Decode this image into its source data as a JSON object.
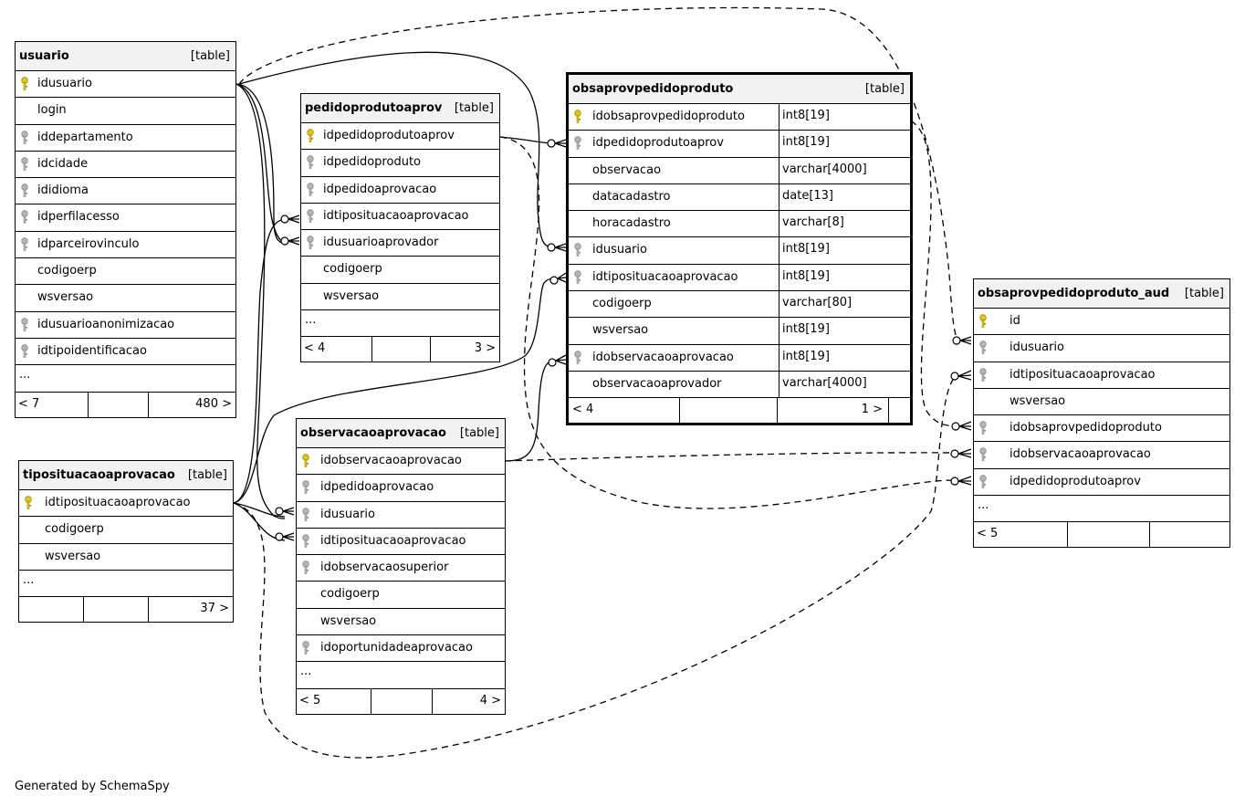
{
  "footer_text": "Generated by SchemaSpy",
  "tables": [
    {
      "id": "usuario",
      "name": "usuario",
      "tag": "[table]",
      "rows": [
        {
          "name": "idusuario",
          "key": "pk"
        },
        {
          "name": "login",
          "key": ""
        },
        {
          "name": "iddepartamento",
          "key": "fk"
        },
        {
          "name": "idcidade",
          "key": "fk"
        },
        {
          "name": "ididioma",
          "key": "fk"
        },
        {
          "name": "idperfilacesso",
          "key": "fk"
        },
        {
          "name": "idparceirovinculo",
          "key": "fk"
        },
        {
          "name": "codigoerp",
          "key": ""
        },
        {
          "name": "wsversao",
          "key": ""
        },
        {
          "name": "idusuarioanonimizacao",
          "key": "fk"
        },
        {
          "name": "idtipoidentificacao",
          "key": "fk"
        }
      ],
      "more": "...",
      "footer": {
        "left": "< 7",
        "right": "480 >"
      }
    },
    {
      "id": "pedidoprodutoaprov",
      "name": "pedidoprodutoaprov",
      "tag": "[table]",
      "rows": [
        {
          "name": "idpedidoprodutoaprov",
          "key": "pk"
        },
        {
          "name": "idpedidoproduto",
          "key": "fk"
        },
        {
          "name": "idpedidoaprovacao",
          "key": "fk"
        },
        {
          "name": "idtiposituacaoaprovacao",
          "key": "fk"
        },
        {
          "name": "idusuarioaprovador",
          "key": "fk"
        },
        {
          "name": "codigoerp",
          "key": ""
        },
        {
          "name": "wsversao",
          "key": ""
        }
      ],
      "more": "...",
      "footer": {
        "left": "< 4",
        "right": "3 >"
      }
    },
    {
      "id": "obsaprovpedidoproduto",
      "name": "obsaprovpedidoproduto",
      "tag": "[table]",
      "rows": [
        {
          "name": "idobsaprovpedidoproduto",
          "key": "pk",
          "type": "int8[19]"
        },
        {
          "name": "idpedidoprodutoaprov",
          "key": "fk",
          "type": "int8[19]"
        },
        {
          "name": "observacao",
          "key": "",
          "type": "varchar[4000]"
        },
        {
          "name": "datacadastro",
          "key": "",
          "type": "date[13]"
        },
        {
          "name": "horacadastro",
          "key": "",
          "type": "varchar[8]"
        },
        {
          "name": "idusuario",
          "key": "fk",
          "type": "int8[19]"
        },
        {
          "name": "idtiposituacaoaprovacao",
          "key": "fk",
          "type": "int8[19]"
        },
        {
          "name": "codigoerp",
          "key": "",
          "type": "varchar[80]"
        },
        {
          "name": "wsversao",
          "key": "",
          "type": "int8[19]"
        },
        {
          "name": "idobservacaoaprovacao",
          "key": "fk",
          "type": "int8[19]"
        },
        {
          "name": "observacaoaprovador",
          "key": "",
          "type": "varchar[4000]"
        }
      ],
      "footer": {
        "left": "< 4",
        "right": "1 >"
      }
    },
    {
      "id": "obsaprovpedidoproduto_aud",
      "name": "obsaprovpedidoproduto_aud",
      "tag": "[table]",
      "rows": [
        {
          "name": "id",
          "key": "pk"
        },
        {
          "name": "idusuario",
          "key": "fk"
        },
        {
          "name": "idtiposituacaoaprovacao",
          "key": "fk"
        },
        {
          "name": "wsversao",
          "key": ""
        },
        {
          "name": "idobsaprovpedidoproduto",
          "key": "fk"
        },
        {
          "name": "idobservacaoaprovacao",
          "key": "fk"
        },
        {
          "name": "idpedidoprodutoaprov",
          "key": "fk"
        }
      ],
      "more": "...",
      "footer": {
        "left": "< 5",
        "right": ""
      }
    },
    {
      "id": "tiposituacaoaprovacao",
      "name": "tiposituacaoaprovacao",
      "tag": "[table]",
      "rows": [
        {
          "name": "idtiposituacaoaprovacao",
          "key": "pk"
        },
        {
          "name": "codigoerp",
          "key": ""
        },
        {
          "name": "wsversao",
          "key": ""
        }
      ],
      "more": "...",
      "footer": {
        "left": "",
        "right": "37 >"
      }
    },
    {
      "id": "observacaoaprovacao",
      "name": "observacaoaprovacao",
      "tag": "[table]",
      "rows": [
        {
          "name": "idobservacaoaprovacao",
          "key": "pk"
        },
        {
          "name": "idpedidoaprovacao",
          "key": "fk"
        },
        {
          "name": "idusuario",
          "key": "fk"
        },
        {
          "name": "idtiposituacaoaprovacao",
          "key": "fk"
        },
        {
          "name": "idobservacaosuperior",
          "key": "fk"
        },
        {
          "name": "codigoerp",
          "key": ""
        },
        {
          "name": "wsversao",
          "key": ""
        },
        {
          "name": "idoportunidadeaprovacao",
          "key": "fk"
        }
      ],
      "more": "...",
      "footer": {
        "left": "< 5",
        "right": "4 >"
      }
    }
  ]
}
